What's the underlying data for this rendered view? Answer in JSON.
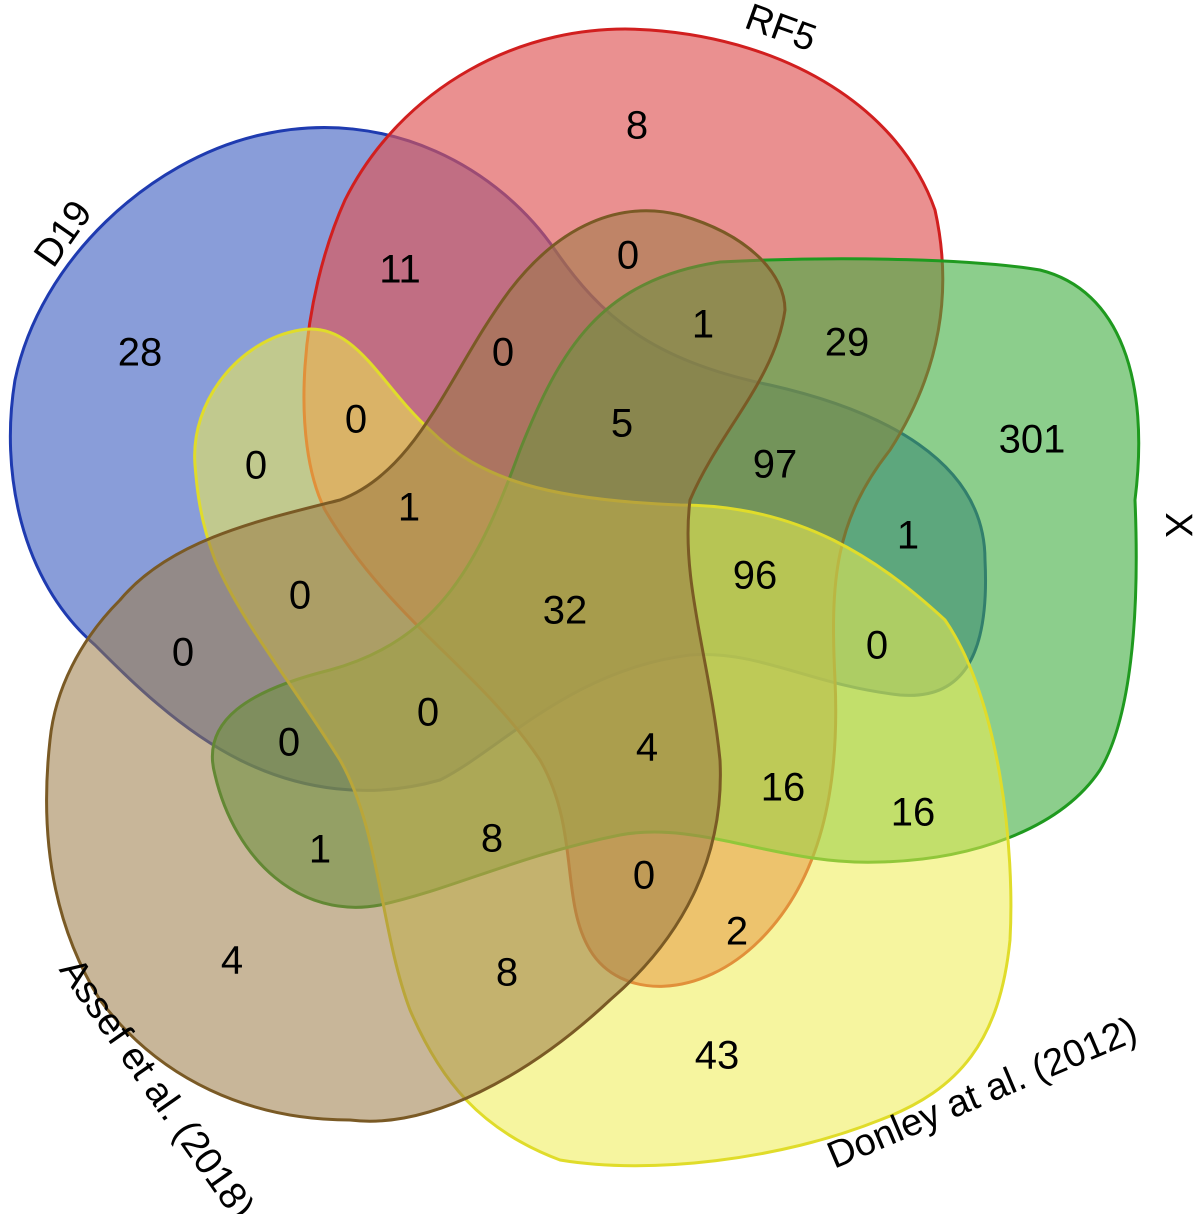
{
  "sets": [
    {
      "key": "d19",
      "label": "D19",
      "fill": "#3a5cbf",
      "stroke": "#1f3bb0",
      "fill_opacity": 0.6
    },
    {
      "key": "rf5",
      "label": "RF5",
      "fill": "#de5555",
      "stroke": "#d11f1f",
      "fill_opacity": 0.65
    },
    {
      "key": "x",
      "label": "X",
      "fill": "#3fad3f",
      "stroke": "#1f9a1f",
      "fill_opacity": 0.6
    },
    {
      "key": "donley",
      "label": "Donley at al. (2012)",
      "fill": "#efec50",
      "stroke": "#e0dc2a",
      "fill_opacity": 0.55
    },
    {
      "key": "assef",
      "label": "Assef et al. (2018)",
      "fill": "#9b7a45",
      "stroke": "#7a5a25",
      "fill_opacity": 0.55
    }
  ],
  "counts": {
    "d19_only": "28",
    "rf5_only": "8",
    "x_only": "301",
    "donley_only": "43",
    "assef_only": "4",
    "d19_rf5": "11",
    "rf5_assef": "0",
    "rf5_x": "29",
    "rf5_x_assef": "1",
    "d19_rf5_assef": "0",
    "d19_rf5_x_assef": "5",
    "d19_rf5_x": "97",
    "d19_x": "1",
    "d19_x_donley": "0",
    "d19_rf5_x_donley": "96",
    "all_five": "32",
    "d19_donley": "0",
    "d19_rf5_donley": "0",
    "d19_rf5_donley_assef": "1",
    "d19_donley_assef": "0",
    "d19_assef": "0",
    "d19_x_assef": "0",
    "d19_x_donley_assef": "0",
    "x_assef": "1",
    "x_donley_assef": "8",
    "x_donley": "16",
    "rf5_x_donley_assef": "4",
    "rf5_x_donley": "16",
    "rf5_donley": "2",
    "rf5_donley_assef": "0",
    "donley_assef": "8"
  }
}
